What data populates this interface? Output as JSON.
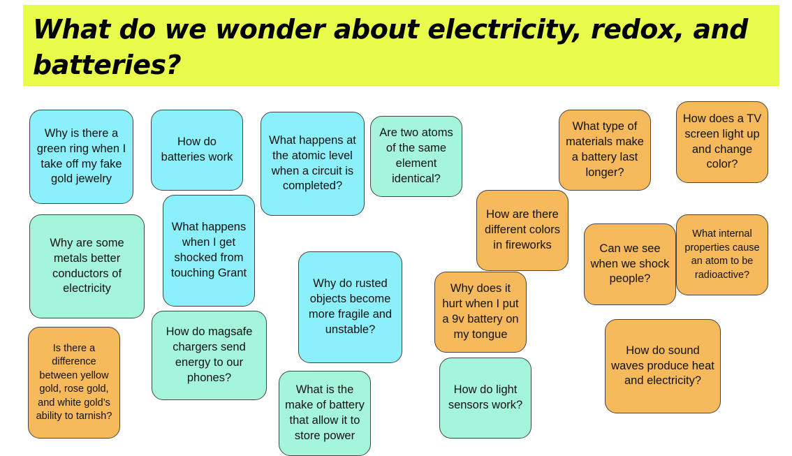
{
  "slide": {
    "title": "What do we wonder about electricity, redox, and batteries?"
  },
  "colors": {
    "banner": "#e9fb4b",
    "blue": "#8cf0fa",
    "mint": "#a5f5dc",
    "orange": "#f6b95c"
  },
  "notes": [
    {
      "text": "Why is there a green ring when I take off my fake gold jewelry",
      "color": "blue"
    },
    {
      "text": "How do batteries work",
      "color": "blue"
    },
    {
      "text": "What happens at the atomic level when a circuit is completed?",
      "color": "blue"
    },
    {
      "text": "Are two atoms of the same element identical?",
      "color": "mint"
    },
    {
      "text": "What type of materials make a battery last longer?",
      "color": "orange"
    },
    {
      "text": "How does a TV screen light up and change color?",
      "color": "orange"
    },
    {
      "text": "Why are some metals better conductors of electricity",
      "color": "mint"
    },
    {
      "text": "What happens when I get shocked from touching Grant",
      "color": "blue"
    },
    {
      "text": "How are there different colors in fireworks",
      "color": "orange"
    },
    {
      "text": "Can we see when we shock people?",
      "color": "orange"
    },
    {
      "text": "What internal properties cause an atom to be radioactive?",
      "color": "orange"
    },
    {
      "text": "Why do rusted objects become more fragile and unstable?",
      "color": "blue"
    },
    {
      "text": "Why does it hurt when I put a 9v battery on my tongue",
      "color": "orange"
    },
    {
      "text": "Is there a difference between yellow gold, rose gold, and white gold’s ability to tarnish?",
      "color": "orange"
    },
    {
      "text": "How do magsafe chargers send energy to our phones?",
      "color": "mint"
    },
    {
      "text": "What is the make of battery that allow it to store power",
      "color": "mint"
    },
    {
      "text": "How do light sensors work?",
      "color": "mint"
    },
    {
      "text": "How do sound waves produce heat and electricity?",
      "color": "orange"
    }
  ]
}
